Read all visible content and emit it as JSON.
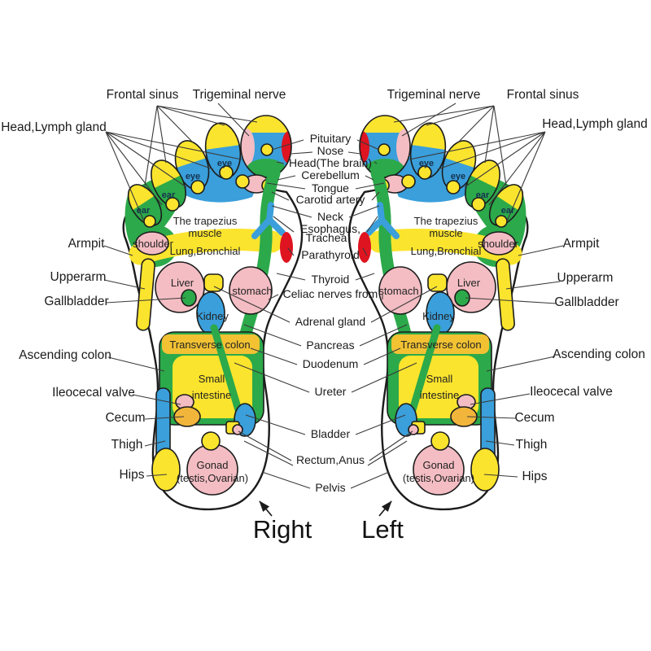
{
  "figure_type": "foot reflexology chart",
  "feet": {
    "right_caption": "Right",
    "left_caption": "Left"
  },
  "outer_labels": {
    "frontal_sinus": "Frontal sinus",
    "trigeminal_nerve": "Trigeminal nerve",
    "head_lymph_gland": "Head,Lymph gland",
    "armpit": "Armpit",
    "upperarm": "Upperarm",
    "gallbladder": "Gallbladder",
    "ascending_colon": "Ascending colon",
    "ileocecal_valve": "Ileocecal valve",
    "cecum": "Cecum",
    "thigh": "Thigh",
    "hips": "Hips"
  },
  "center_labels": {
    "pituitary": "Pituitary",
    "nose": "Nose",
    "head_brain": "Head(The brain)",
    "cerebellum": "Cerebellum",
    "tongue": "Tongue",
    "carotid_artery": "Carotid artery",
    "neck": "Neck",
    "esophagus": "Esophagus,",
    "trachea": "Trachea",
    "parathyroid": "Parathyroid",
    "thyroid": "Thyroid",
    "celiac_nerves": "Celiac nerves from",
    "adrenal_gland": "Adrenal gland",
    "pancreas": "Pancreas",
    "duodenum": "Duodenum",
    "ureter": "Ureter",
    "bladder": "Bladder",
    "rectum_anus": "Rectum,Anus",
    "pelvis": "Pelvis"
  },
  "zone_labels": {
    "eye": "eye",
    "ear": "ear",
    "shoulder": "shoulder",
    "trapezius_1": "The trapezius",
    "trapezius_2": "muscle",
    "lung_bronchial": "Lung,Bronchial",
    "liver": "Liver",
    "stomach": "stomach",
    "kidney": "Kidney",
    "transverse_colon": "Transverse colon",
    "small_intestine_1": "Small",
    "small_intestine_2": "intestine",
    "gonad_1": "Gonad",
    "gonad_2": "(testis,Ovarian)"
  },
  "colors": {
    "zone_yellow": "#FBE42D",
    "zone_blue": "#3A9FDB",
    "zone_green": "#2CA94A",
    "zone_pink": "#F3BDC3",
    "zone_red": "#DE1420",
    "zone_orange": "#F2B53B",
    "outline_black": "#1C1C1C",
    "leader_line": "#3A3A3A",
    "kidney_text": "#1A3A8C"
  }
}
